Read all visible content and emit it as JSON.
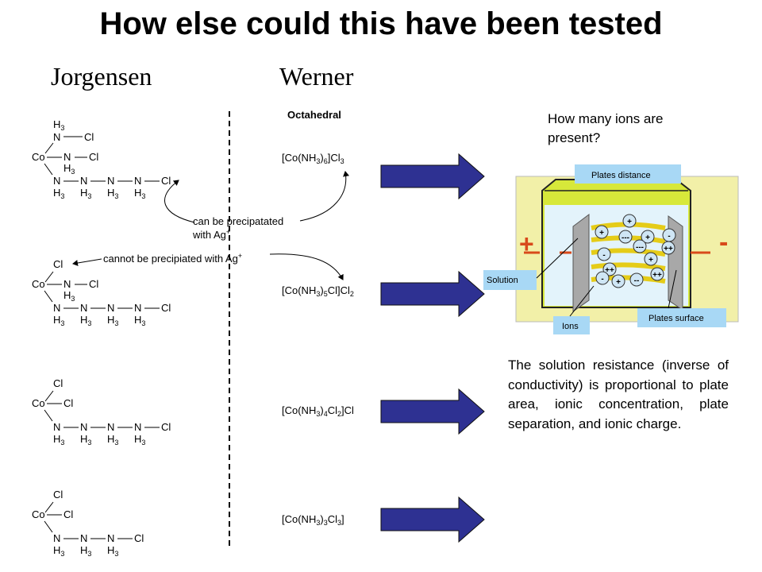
{
  "title": "How else could this have been tested",
  "columns": {
    "left": "Jorgensen",
    "right": "Werner"
  },
  "octahedral_label": "Octahedral",
  "formulas": [
    {
      "pre": "[Co(NH",
      "s1": "3",
      "mid": ")",
      "s2": "6",
      "post": "]Cl",
      "s3": "3"
    },
    {
      "pre": "[Co(NH",
      "s1": "3",
      "mid": ")",
      "s2": "5",
      "post": "Cl]Cl",
      "s3": "2"
    },
    {
      "pre": "[Co(NH",
      "s1": "3",
      "mid": ")",
      "s2": "4",
      "post": "Cl",
      "s3": "2",
      "tail": "]Cl"
    },
    {
      "pre": "[Co(NH",
      "s1": "3",
      "mid": ")",
      "s2": "3",
      "post": "Cl",
      "s3": "3",
      "tail": "]"
    }
  ],
  "notes": {
    "precip_line1": "can be precipatated",
    "precip_line2": "with Ag",
    "noprecip": "cannot be precipiated with Ag",
    "plus": "+"
  },
  "chain_labels": {
    "co": "Co",
    "n": "N",
    "h3": "H",
    "sub3": "3",
    "cl": "Cl"
  },
  "question": "How many ions are present?",
  "diagram": {
    "plates_distance": "Plates distance",
    "solution": "Solution",
    "ions": "Ions",
    "plates_surface": "Plates surface",
    "plus_sign": "+",
    "minus_sign": "-",
    "ion_plus": "+",
    "ion_minus": "-",
    "ion_pp": "++",
    "ion_mm": "--",
    "ion_mmm": "---"
  },
  "paragraph": "The solution resistance (inverse of conductivity) is proportional to plate area, ionic concentration, plate separation, and ionic charge.",
  "colors": {
    "arrow_fill": "#2E3192",
    "cell_bg": "#F2F0A8",
    "cell_green": "#D7E83A",
    "solution_blue": "#E3F3FB",
    "label_blue": "#A8D8F5",
    "plate_grey": "#A8A8A8",
    "sign_red": "#D84A1B",
    "stream_yellow": "#F5E63C"
  }
}
